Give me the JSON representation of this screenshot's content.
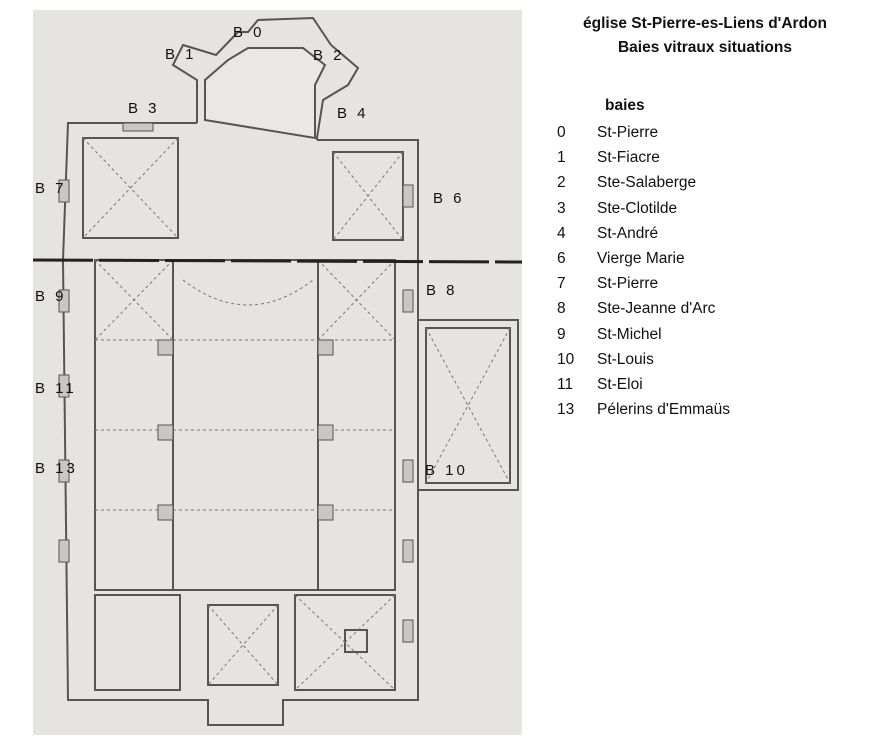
{
  "title_line1": "église St-Pierre-es-Liens d'Ardon",
  "title_line2": "Baies vitraux situations",
  "legend_header": "baies",
  "legend": [
    {
      "num": "0",
      "name": "St-Pierre"
    },
    {
      "num": "1",
      "name": "St-Fiacre"
    },
    {
      "num": "2",
      "name": "Ste-Salaberge"
    },
    {
      "num": "3",
      "name": "Ste-Clotilde"
    },
    {
      "num": "4",
      "name": "St-André"
    },
    {
      "num": "6",
      "name": "Vierge Marie"
    },
    {
      "num": "7",
      "name": "St-Pierre"
    },
    {
      "num": "8",
      "name": "Ste-Jeanne d'Arc"
    },
    {
      "num": "9",
      "name": "St-Michel"
    },
    {
      "num": "10",
      "name": "St-Louis"
    },
    {
      "num": "11",
      "name": "St-Eloi"
    },
    {
      "num": "13",
      "name": "Pélerins d'Emmaüs"
    }
  ],
  "plan_labels": {
    "b0": "B 0",
    "b1": "B 1",
    "b2": "B 2",
    "b3": "B 3",
    "b4": "B 4",
    "b6": "B 6",
    "b7": "B 7",
    "b8": "B 8",
    "b9": "B 9",
    "b10": "B 10",
    "b11": "B 11",
    "b13": "B 13"
  }
}
